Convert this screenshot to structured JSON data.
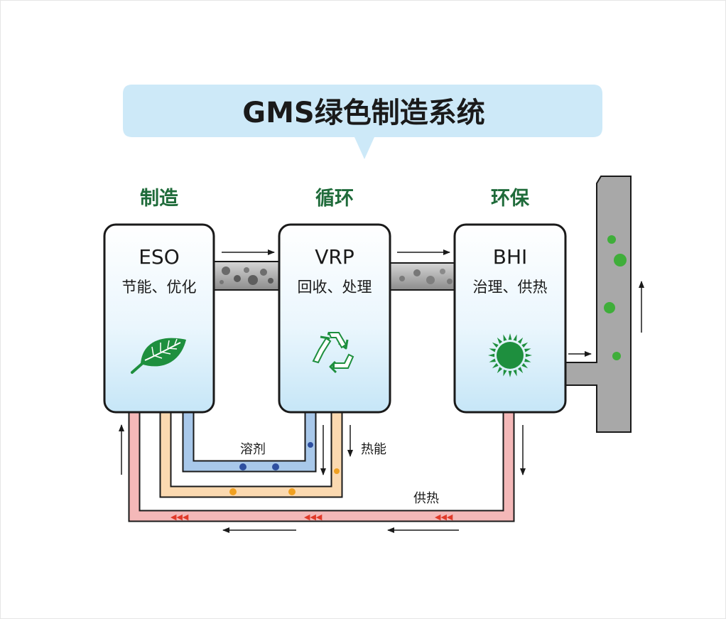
{
  "title": "GMS绿色制造系统",
  "categories": {
    "manufacturing": "制造",
    "recycling": "循环",
    "environment": "环保"
  },
  "boxes": {
    "eso": {
      "code": "ESO",
      "desc": "节能、优化",
      "icon": "leaf-icon"
    },
    "vrp": {
      "code": "VRP",
      "desc": "回收、处理",
      "icon": "recycle-icon"
    },
    "bhi": {
      "code": "BHI",
      "desc": "治理、供热",
      "icon": "sun-icon"
    }
  },
  "flows": {
    "solvent": "溶剂",
    "heat_energy": "热能",
    "heat_supply": "供热"
  },
  "colors": {
    "title_bg": "#cde9f8",
    "category_green": "#1f6b3a",
    "icon_green": "#1e8f3e",
    "solvent_pipe": "#a8c8ea",
    "heat_energy_pipe": "#fbd9b0",
    "heat_supply_pipe": "#f4b8b8",
    "duct_gray": "#9a9a9a",
    "chimney_gray": "#a8a8a8",
    "smoke_green": "#3fae3a"
  }
}
